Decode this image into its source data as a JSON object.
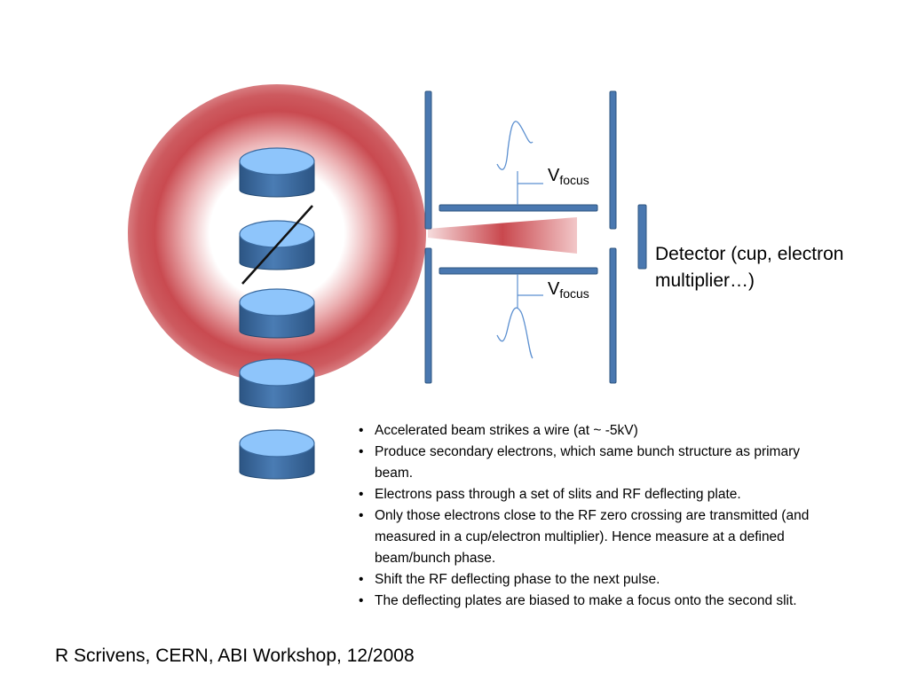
{
  "labels": {
    "v_focus_top": {
      "main": "V",
      "sub": "focus"
    },
    "v_focus_bottom": {
      "main": "V",
      "sub": "focus"
    },
    "detector": "Detector (cup, electron multiplier…)"
  },
  "bullets": [
    "Accelerated beam strikes a wire (at ~ -5kV)",
    "Produce secondary electrons, which same bunch structure as primary beam.",
    "Electrons pass through a set of slits and RF deflecting plate.",
    "Only those electrons close to the RF zero crossing are transmitted (and measured in a cup/electron multiplier). Hence measure at a defined beam/bunch phase.",
    "Shift the RF deflecting phase to the next pulse.",
    "The deflecting plates are biased to make a focus onto the second slit."
  ],
  "footer": "R Scrivens, CERN, ABI Workshop, 12/2008",
  "colors": {
    "beam_red": "#c0393f",
    "plate_blue": "#4a78b0",
    "plate_edge": "#2f5680",
    "disc_top": "#8ec5fb",
    "disc_side": "#3b6a9f",
    "rf_wave": "#5b8fd0"
  }
}
